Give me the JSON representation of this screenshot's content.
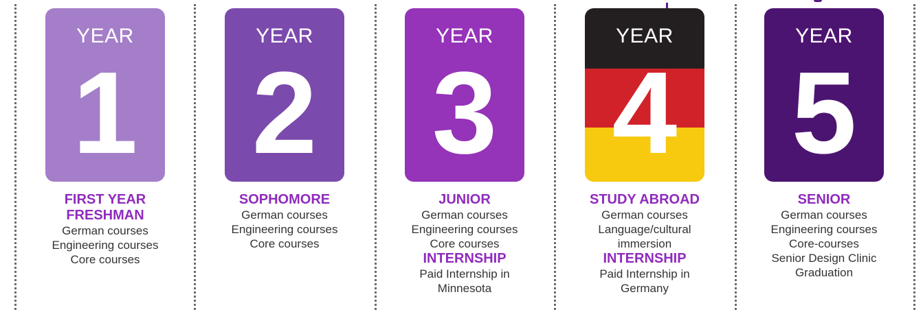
{
  "years": [
    {
      "label": "YEAR",
      "number": "1",
      "color": "#a47ec9",
      "headings": [
        "FIRST YEAR",
        "FRESHMAN"
      ],
      "items": [
        "German courses",
        "Engineering courses",
        "Core courses"
      ]
    },
    {
      "label": "YEAR",
      "number": "2",
      "color": "#7b4aad",
      "headings": [
        "SOPHOMORE"
      ],
      "items": [
        "German courses",
        "Engineering courses",
        "Core courses"
      ]
    },
    {
      "label": "YEAR",
      "number": "3",
      "color": "#9533b9",
      "headings": [
        "JUNIOR"
      ],
      "items": [
        "German courses",
        "Engineering courses",
        "Core courses"
      ],
      "extra_heading": "INTERNSHIP",
      "extra_items": [
        "Paid Internship in",
        "Minnesota"
      ]
    },
    {
      "label": "YEAR",
      "number": "4",
      "flag_colors": [
        "#231f20",
        "#d1222a",
        "#f7c90f"
      ],
      "headings": [
        "STUDY ABROAD"
      ],
      "items": [
        "German courses",
        "Language/cultural",
        "immersion"
      ],
      "extra_heading": "INTERNSHIP",
      "extra_items": [
        "Paid Internship in",
        "Germany"
      ]
    },
    {
      "label": "YEAR",
      "number": "5",
      "color": "#4c1471",
      "headings": [
        "SENIOR"
      ],
      "items": [
        "German courses",
        "Engineering courses",
        "Core-courses",
        "Senior Design Clinic",
        "Graduation"
      ]
    }
  ],
  "colors": {
    "heading": "#8f2bbd",
    "body_text": "#333333",
    "divider": "#6b6b6b"
  }
}
